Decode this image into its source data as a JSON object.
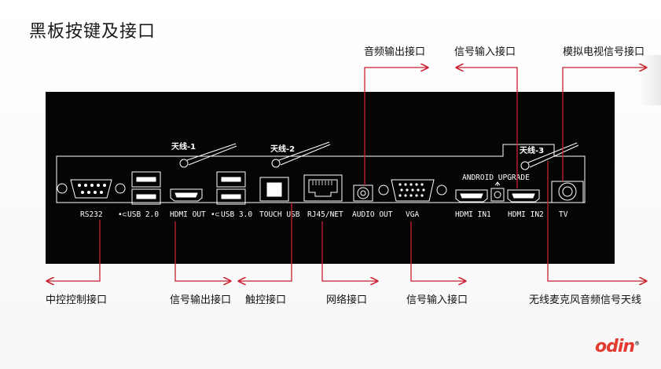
{
  "title": "黑板按键及接口",
  "callouts_top": [
    {
      "id": "audio-out",
      "text": "音频输出接口"
    },
    {
      "id": "signal-in-top",
      "text": "信号输入接口"
    },
    {
      "id": "tv",
      "text": "模拟电视信号接口"
    }
  ],
  "callouts_bottom": [
    {
      "id": "control",
      "text": "中控控制接口"
    },
    {
      "id": "signal-out",
      "text": "信号输出接口"
    },
    {
      "id": "touch",
      "text": "触控接口"
    },
    {
      "id": "network",
      "text": "网络接口"
    },
    {
      "id": "signal-in-bottom",
      "text": "信号输入接口"
    },
    {
      "id": "antenna",
      "text": "无线麦克风音频信号天线"
    }
  ],
  "antennas": [
    "天线-1",
    "天线-2",
    "天线-3"
  ],
  "ports": {
    "rs232": "RS232",
    "usb2": "USB 2.0",
    "hdmi_out": "HDMI OUT",
    "usb3": "USB 3.0",
    "touch_usb": "TOUCH USB",
    "rj45": "RJ45/NET",
    "audio_out": "AUDIO OUT",
    "vga": "VGA",
    "hdmi_in1": "HDMI IN1",
    "hdmi_in2": "HDMI IN2",
    "tv": "TV",
    "android_upgrade": "ANDROID UPGRADE"
  },
  "logo": "odin",
  "logo_mark": "®",
  "colors": {
    "leader": "#c8202f",
    "panel": "#050505",
    "logo": "#e53a2f"
  }
}
